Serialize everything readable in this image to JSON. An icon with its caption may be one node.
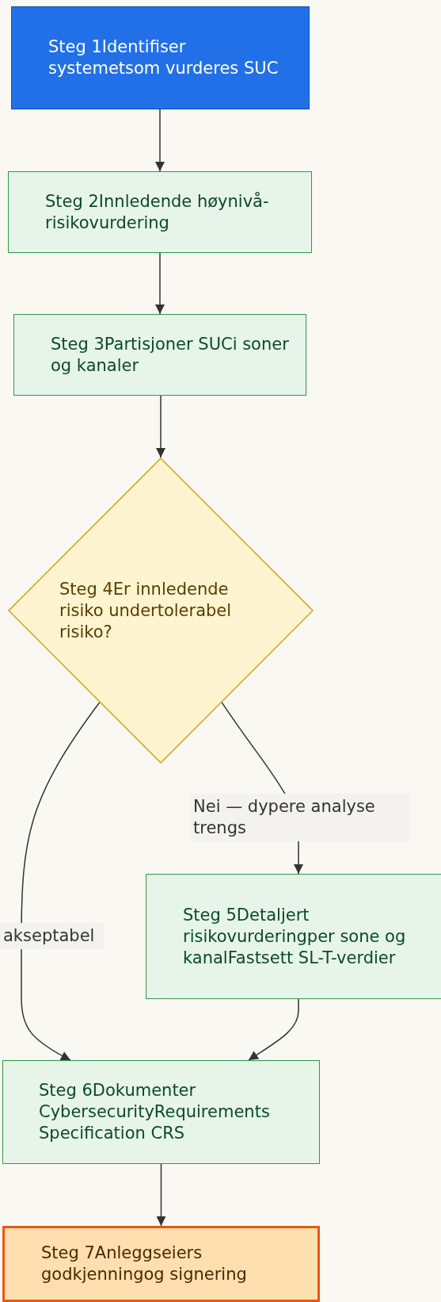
{
  "diagram": {
    "nodes": [
      {
        "text": [
          "Steg 1Identifiser systemetsom vurderes SUC"
        ]
      },
      {
        "text": [
          "Steg 2Innledende høynivå-risikovurdering"
        ]
      },
      {
        "text": [
          "Steg 3Partisjoner SUCi soner og kanaler"
        ]
      },
      {
        "text": [
          "Steg 4Er innledende risiko undertolerabel risiko?"
        ]
      },
      {
        "text": [
          "Steg 5Detaljert risikovurderingper sone og kanalFastsett SL-T-verdier"
        ]
      },
      {
        "text": [
          "Steg 6Dokumenter CybersecurityRequirements Specification CRS"
        ]
      },
      {
        "text": [
          "Steg 7Anleggseiers godkjenningog signering"
        ]
      }
    ],
    "edges": [
      {
        "from": 0,
        "to": 1,
        "arrow": "to"
      },
      {
        "from": 1,
        "to": 2,
        "arrow": "to"
      },
      {
        "from": 2,
        "to": 3,
        "arrow": "to"
      },
      {
        "from": 3,
        "to": 4,
        "arrow": "to",
        "label": "Nei — dypere analyse trengs"
      },
      {
        "from": 3,
        "to": 5,
        "arrow": "to",
        "label": "akseptabel"
      },
      {
        "from": 4,
        "to": 5,
        "arrow": "to"
      },
      {
        "from": 5,
        "to": 6,
        "arrow": "to"
      }
    ]
  }
}
